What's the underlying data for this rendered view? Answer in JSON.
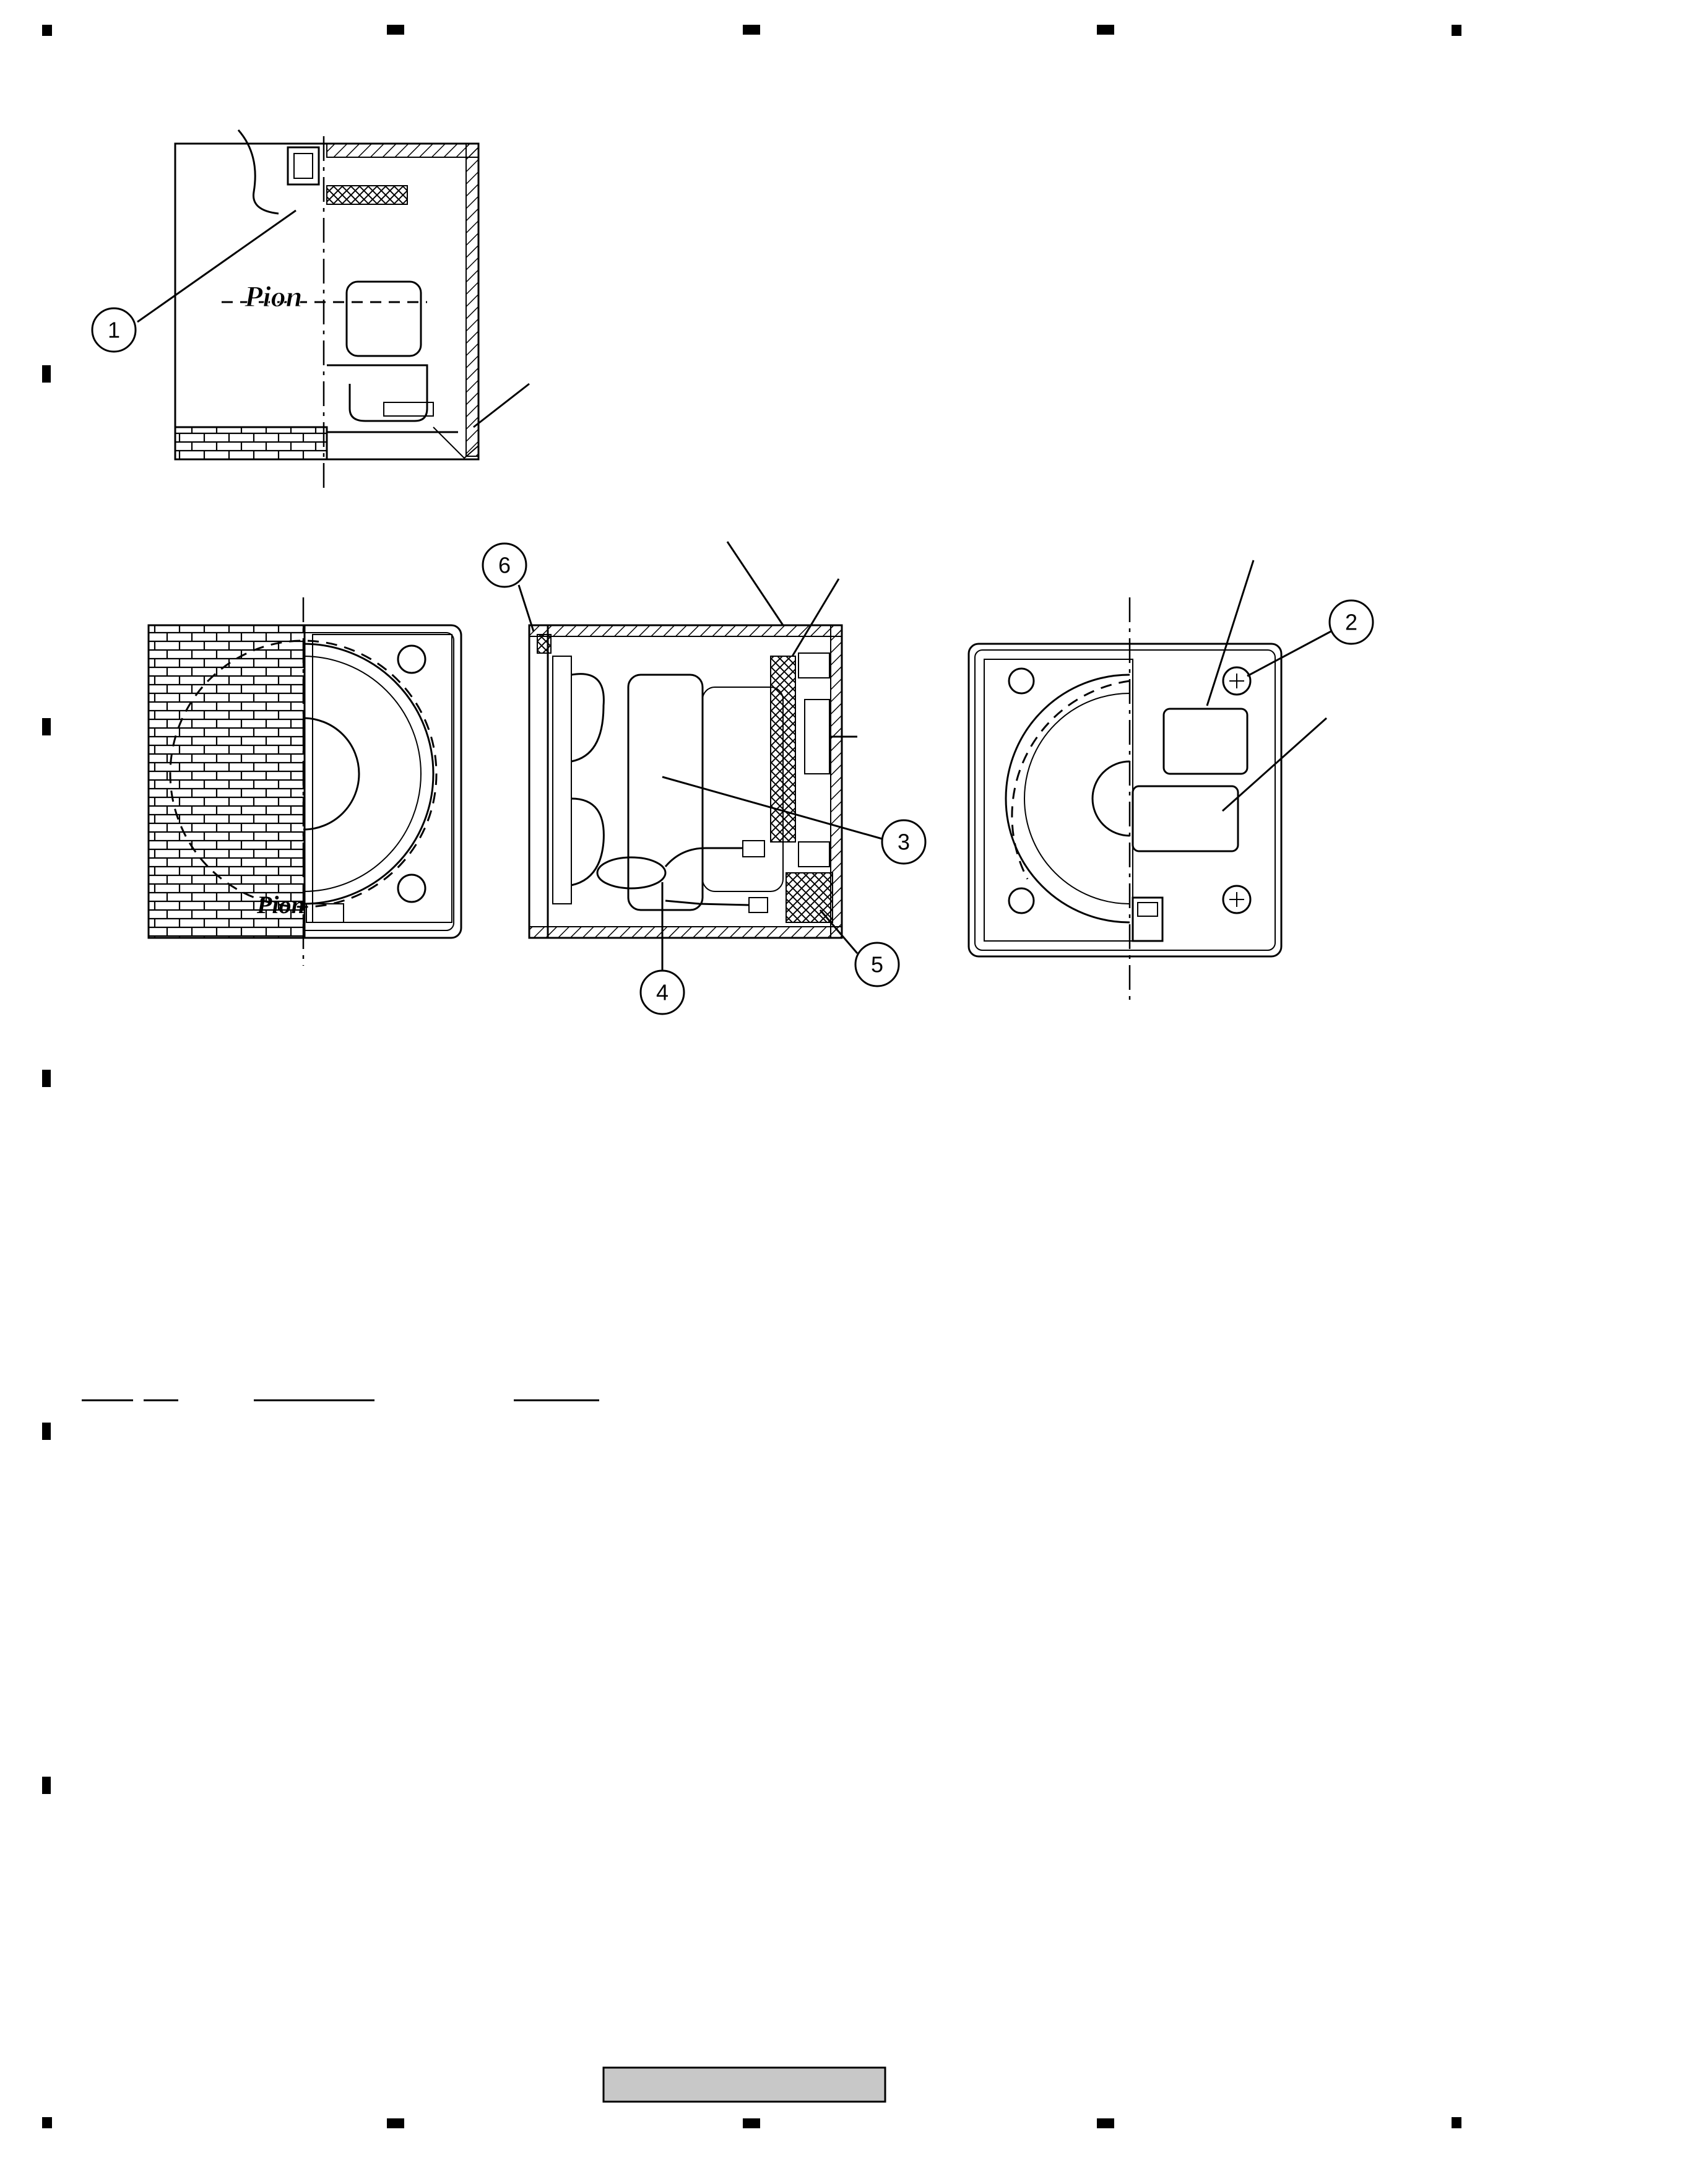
{
  "page": {
    "background": "#ffffff",
    "line_color": "#000000",
    "footer_bar_color": "#c8c8c8"
  },
  "callouts": {
    "c1": "1",
    "c2": "2",
    "c3": "3",
    "c4": "4",
    "c5": "5",
    "c6": "6"
  },
  "views": {
    "top": {
      "logo_text": "Pion"
    },
    "front": {
      "logo_text": "Pion"
    }
  }
}
